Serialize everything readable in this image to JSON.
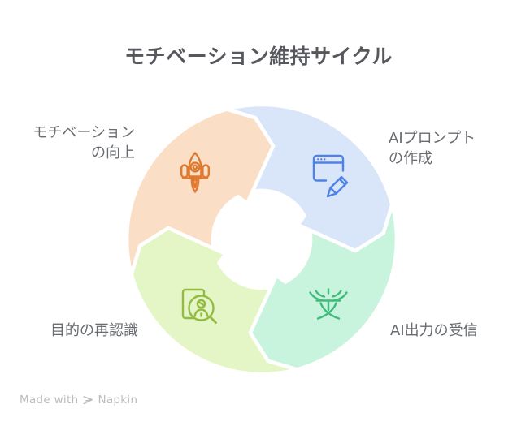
{
  "title": "モチベーション維持サイクル",
  "cycle": {
    "direction": "clockwise",
    "steps": [
      {
        "id": "motivation-up",
        "label_line1": "モチベーション",
        "label_line2": "の向上",
        "icon": "rocket-icon",
        "fill": "#FADFC6",
        "icon_color": "#DD7A30"
      },
      {
        "id": "create-ai-prompt",
        "label_line1": "AIプロンプト",
        "label_line2": "の作成",
        "icon": "browser-edit-icon",
        "fill": "#D9E6F9",
        "icon_color": "#4F82E8"
      },
      {
        "id": "receive-ai-output",
        "label_line1": "AI出力の受信",
        "label_line2": "",
        "icon": "antenna-icon",
        "fill": "#C8F3DC",
        "icon_color": "#3FBC7C"
      },
      {
        "id": "purpose-recognition",
        "label_line1": "目的の再認識",
        "label_line2": "",
        "icon": "person-search-icon",
        "fill": "#E4F6C6",
        "icon_color": "#93BB42"
      }
    ]
  },
  "watermark": {
    "made_with": "Made with",
    "brand": "Napkin"
  }
}
